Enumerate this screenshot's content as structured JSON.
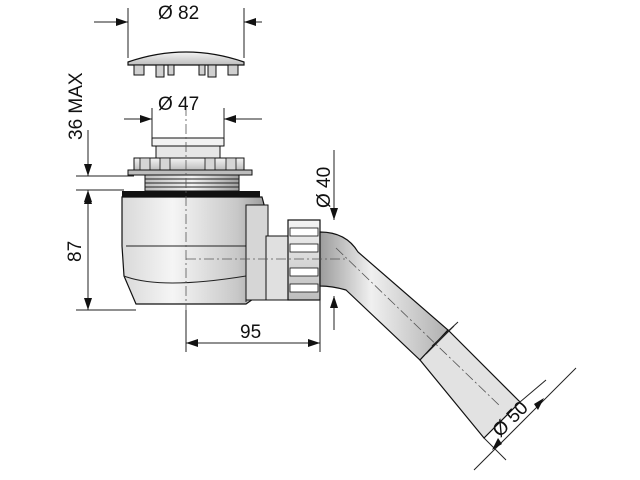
{
  "dimensions": {
    "cap_diameter": "Ø 82",
    "strainer_diameter": "Ø 47",
    "height_max": "36 MAX",
    "body_height": "87",
    "outlet_diameter": "Ø 40",
    "offset": "95",
    "pipe_diameter": "Ø 50"
  },
  "colors": {
    "body_light": "#e8e8e8",
    "body_mid": "#bdbdbd",
    "body_dark": "#8a8a8a",
    "gasket": "#111111"
  }
}
